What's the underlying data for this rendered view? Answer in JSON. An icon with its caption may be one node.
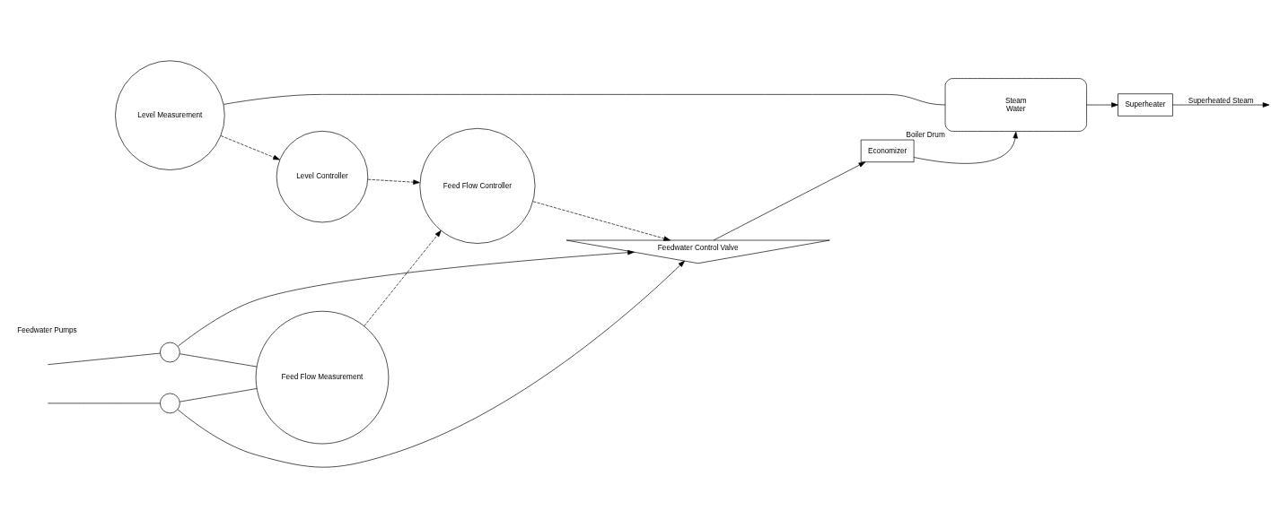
{
  "diagram": {
    "nodes": [
      {
        "text": [
          "Superheater"
        ]
      },
      {
        "text": [
          "Steam",
          "Water"
        ],
        "beside": [
          "Boiler Drum"
        ]
      },
      {
        "text": [
          "Level Measurement"
        ]
      },
      {
        "text": [
          "Level Controller"
        ]
      },
      {
        "text": [
          "Feed Flow Controller"
        ]
      },
      {
        "text": [
          "Feed Flow Measurement"
        ]
      },
      {
        "text": [
          "Feedwater Control Valve"
        ]
      },
      {
        "text": [
          "Economizer"
        ]
      },
      {
        "text": [],
        "shape": "circle"
      },
      {
        "text": [],
        "shape": "circle"
      }
    ],
    "edges": [
      {
        "from": null,
        "to": 8,
        "arrow": "none"
      },
      {
        "from": null,
        "to": 9,
        "arrow": "none"
      },
      {
        "from": 8,
        "to": 6,
        "arrow": "to"
      },
      {
        "from": 9,
        "to": 6,
        "arrow": "to"
      },
      {
        "from": 8,
        "to": 5,
        "arrow": "none"
      },
      {
        "from": 9,
        "to": 5,
        "arrow": "none"
      },
      {
        "from": 5,
        "to": 4,
        "arrow": "to",
        "style": "dashed"
      },
      {
        "from": 3,
        "to": 4,
        "arrow": "to",
        "style": "dashed"
      },
      {
        "from": 4,
        "to": 6,
        "arrow": "to",
        "style": "dashed"
      },
      {
        "from": 2,
        "to": 1,
        "arrow": "none"
      },
      {
        "from": 2,
        "to": 3,
        "arrow": "to",
        "style": "dashed"
      },
      {
        "from": 6,
        "to": 7,
        "arrow": "to"
      },
      {
        "from": 7,
        "to": 1,
        "arrow": "to"
      },
      {
        "from": 1,
        "to": 0,
        "arrow": "to"
      },
      {
        "from": 0,
        "to": null,
        "arrow": "to",
        "label": "Superheated Steam"
      }
    ],
    "labels": [
      "Feedwater Pumps"
    ]
  }
}
